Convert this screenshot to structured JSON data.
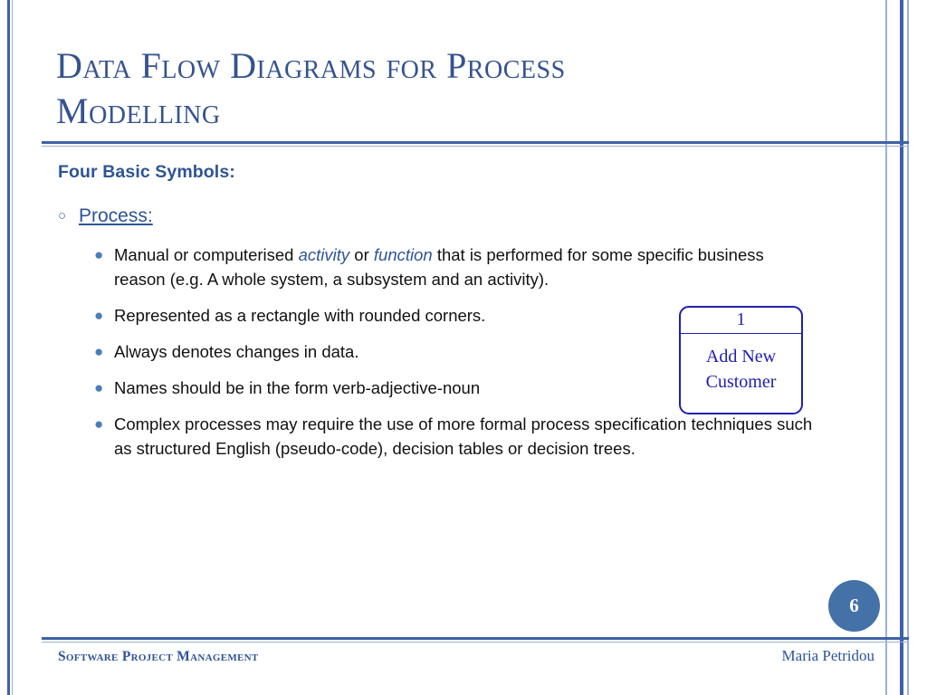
{
  "slide": {
    "title_line1": "Data Flow Diagrams for Process",
    "title_line2": "Modelling",
    "heading": "Four Basic Symbols:",
    "level1": {
      "bullet_glyph": "○",
      "label": "Process:"
    },
    "bullets": [
      {
        "glyph": "●",
        "segments": [
          {
            "text": "Manual or computerised ",
            "style": "plain"
          },
          {
            "text": "activity",
            "style": "italic-blue"
          },
          {
            "text": " or ",
            "style": "plain"
          },
          {
            "text": "function",
            "style": "italic-blue"
          },
          {
            "text": " that is performed for some specific business reason (e.g. A whole system, a subsystem and an activity).",
            "style": "plain"
          }
        ]
      },
      {
        "glyph": "●",
        "segments": [
          {
            "text": "Represented as a rectangle with rounded corners.",
            "style": "plain"
          }
        ]
      },
      {
        "glyph": "●",
        "segments": [
          {
            "text": "Always denotes changes in data.",
            "style": "plain"
          }
        ]
      },
      {
        "glyph": "●",
        "segments": [
          {
            "text": "Names should be in the form verb-adjective-noun",
            "style": "plain"
          }
        ]
      },
      {
        "glyph": "●",
        "segments": [
          {
            "text": "Complex processes may require the use of more formal process specification techniques such as structured English (pseudo-code), decision tables or decision trees.",
            "style": "plain"
          }
        ]
      }
    ],
    "process_shape": {
      "number": "1",
      "label_line1": "Add New",
      "label_line2": "Customer"
    },
    "page_number": "6",
    "footer_left": "Software Project Management",
    "footer_right": "Maria Petridou"
  },
  "colors": {
    "title_blue": "#35538f",
    "rule_blue": "#3f61a8",
    "rule_light": "#9bb0d8",
    "badge_blue": "#4472a8",
    "shape_blue": "#2020b0",
    "bullet_blue": "#4a7ebb"
  }
}
